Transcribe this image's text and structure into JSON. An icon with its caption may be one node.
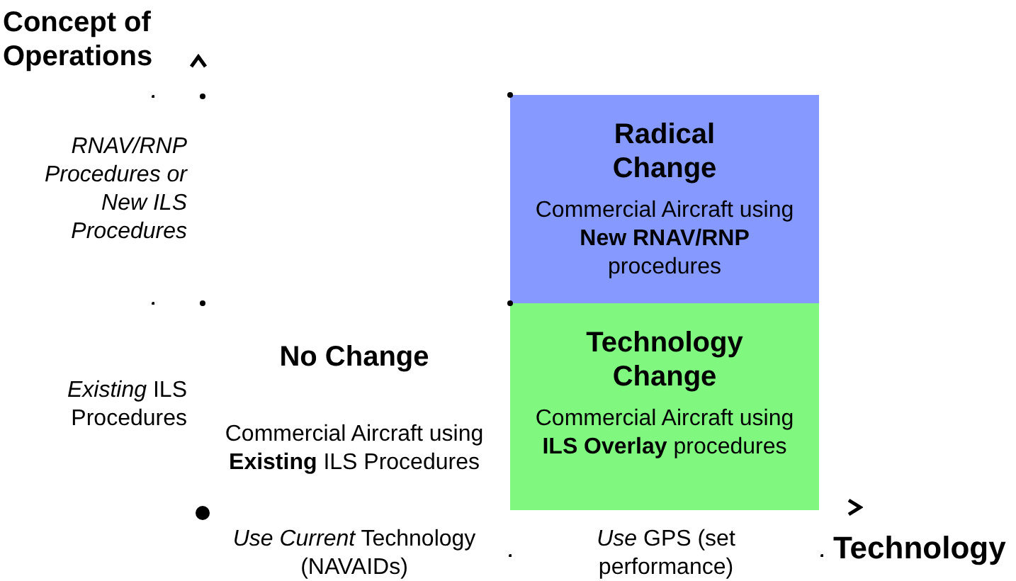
{
  "diagram": {
    "nodes": [
      {
        "text": [
          "Radical Change",
          "Commercial Aircraft using **New RNAV/RNP** procedures"
        ]
      },
      {
        "text": [
          "Technology Change",
          "Commercial Aircraft using **ILS Overlay** procedures"
        ]
      }
    ],
    "labels": [
      "Concept of Operations",
      "RNAV/RNP Procedures or New ILS Procedures",
      "*Existing* ILS Procedures",
      "No Change",
      "Commercial Aircraft using **Existing** ILS Procedures",
      "*Use Current* Technology (NAVAIDs)",
      "*Use* GPS (set performance)",
      "Technology"
    ]
  }
}
